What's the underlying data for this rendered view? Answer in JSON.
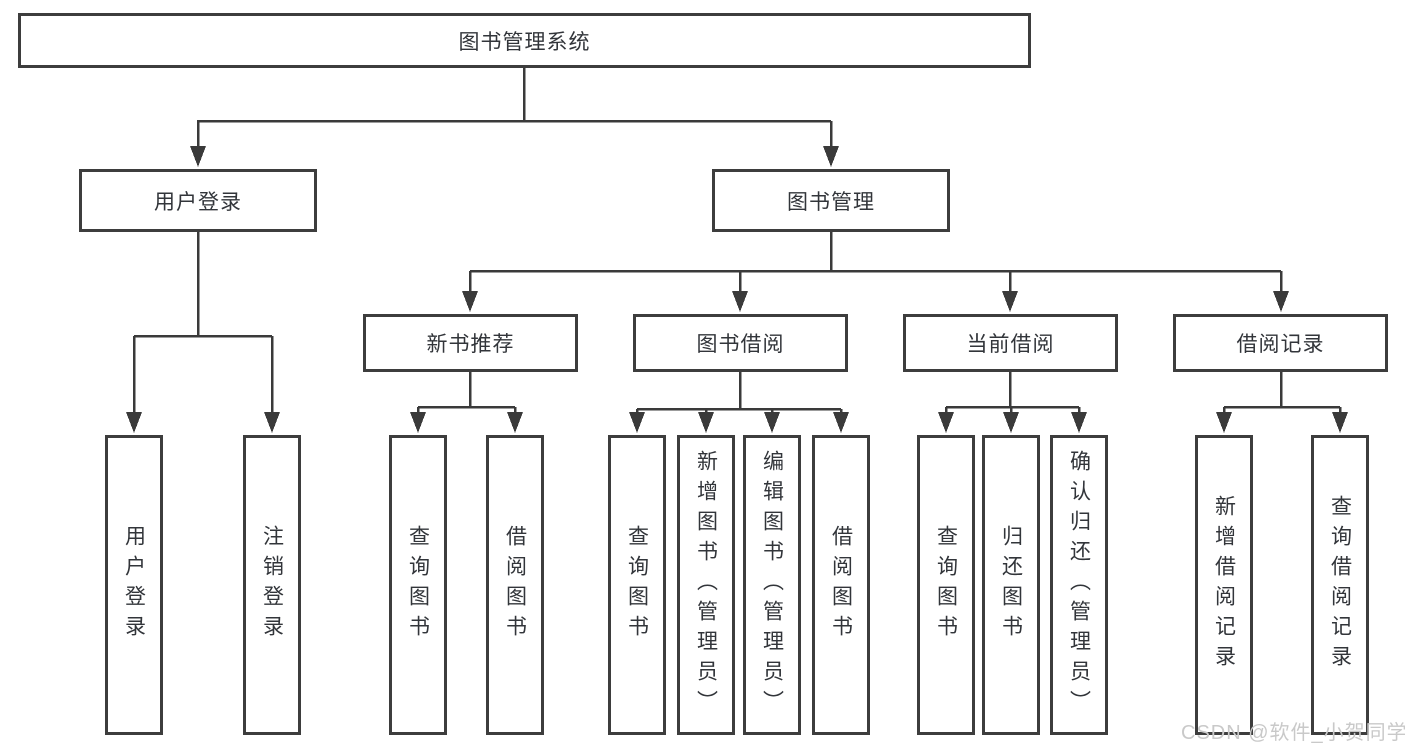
{
  "colors": {
    "line": "#3a3a3a",
    "border": "#3d3d3d",
    "text": "#32353a",
    "watermark": "#c9c9c9",
    "background": "#ffffff"
  },
  "watermark": {
    "text": "CSDN @软件_小贺同学"
  },
  "tree": {
    "label": "图书管理系统",
    "children": [
      {
        "label": "用户登录",
        "children": [
          {
            "label": "用户登录"
          },
          {
            "label": "注销登录"
          }
        ]
      },
      {
        "label": "图书管理",
        "children": [
          {
            "label": "新书推荐",
            "children": [
              {
                "label": "查询图书"
              },
              {
                "label": "借阅图书"
              }
            ]
          },
          {
            "label": "图书借阅",
            "children": [
              {
                "label": "查询图书"
              },
              {
                "label": "新增图书（管理员）"
              },
              {
                "label": "编辑图书（管理员）"
              },
              {
                "label": "借阅图书"
              }
            ]
          },
          {
            "label": "当前借阅",
            "children": [
              {
                "label": "查询图书"
              },
              {
                "label": "归还图书"
              },
              {
                "label": "确认归还（管理员）"
              }
            ]
          },
          {
            "label": "借阅记录",
            "children": [
              {
                "label": "新增借阅记录"
              },
              {
                "label": "查询借阅记录"
              }
            ]
          }
        ]
      }
    ]
  }
}
